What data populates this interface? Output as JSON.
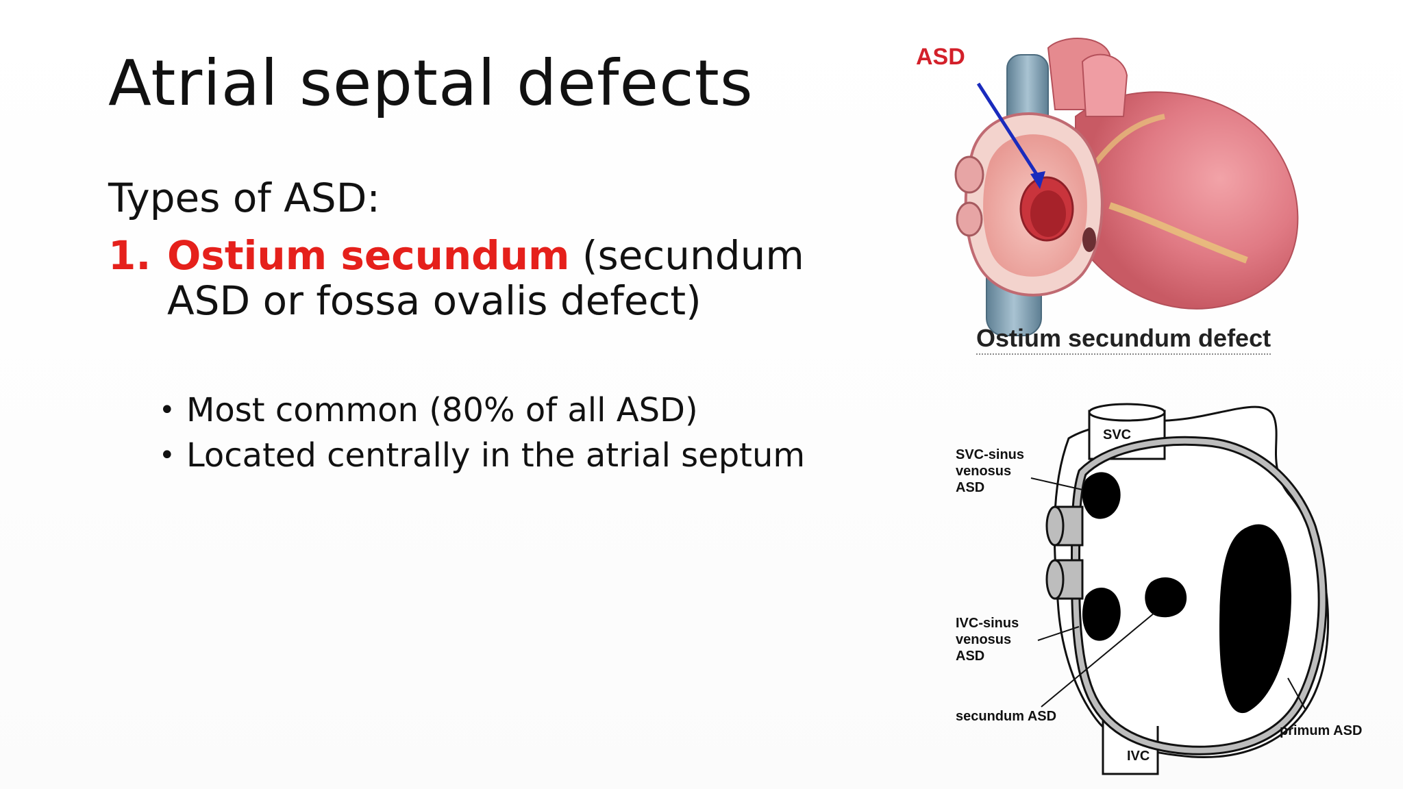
{
  "slide": {
    "title": "Atrial septal defects",
    "types_heading": "Types of ASD:",
    "item1": {
      "number": "1.",
      "emphasis": "Ostium secundum",
      "rest_line1": " (secundum",
      "line2": "ASD or fossa ovalis defect)"
    },
    "bullets": [
      "Most common (80% of all ASD)",
      "Located centrally in the atrial septum"
    ],
    "bullet_glyph": "•"
  },
  "top_image": {
    "arrow_label": "ASD",
    "caption": "Ostium secundum defect"
  },
  "bottom_diagram": {
    "labels": {
      "svc": "SVC",
      "svc_sinus": "SVC-sinus\nvenosus\nASD",
      "ivc_sinus": "IVC-sinus\nvenosus\nASD",
      "secundum": "secundum ASD",
      "ivc": "IVC",
      "primum": "primum ASD"
    }
  },
  "colors": {
    "accent_red": "#e5201b",
    "text": "#111111"
  }
}
